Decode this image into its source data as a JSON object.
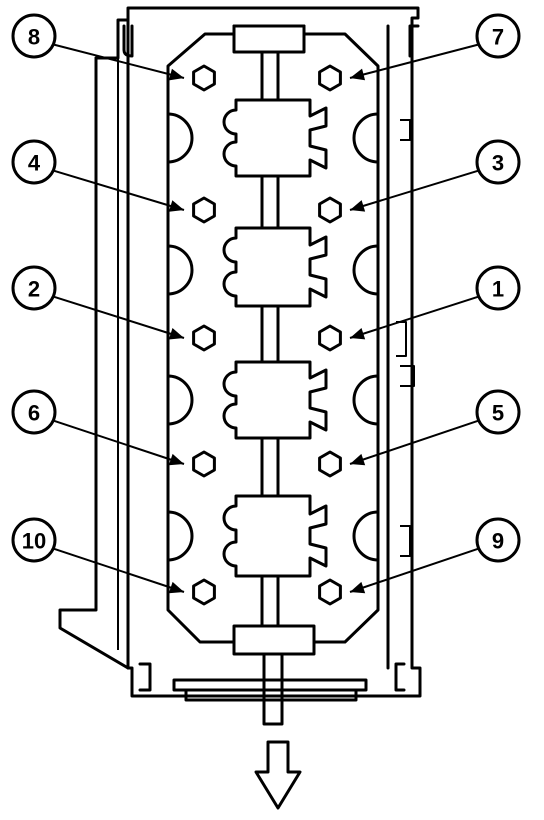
{
  "callouts": [
    {
      "label": "8",
      "side": "left",
      "bolt_row": 0
    },
    {
      "label": "7",
      "side": "right",
      "bolt_row": 0
    },
    {
      "label": "4",
      "side": "left",
      "bolt_row": 1
    },
    {
      "label": "3",
      "side": "right",
      "bolt_row": 1
    },
    {
      "label": "2",
      "side": "left",
      "bolt_row": 2
    },
    {
      "label": "1",
      "side": "right",
      "bolt_row": 2
    },
    {
      "label": "6",
      "side": "left",
      "bolt_row": 3
    },
    {
      "label": "5",
      "side": "right",
      "bolt_row": 3
    },
    {
      "label": "10",
      "side": "left",
      "bolt_row": 4
    },
    {
      "label": "9",
      "side": "right",
      "bolt_row": 4
    }
  ],
  "front_arrow_icon": "down-arrow-icon"
}
